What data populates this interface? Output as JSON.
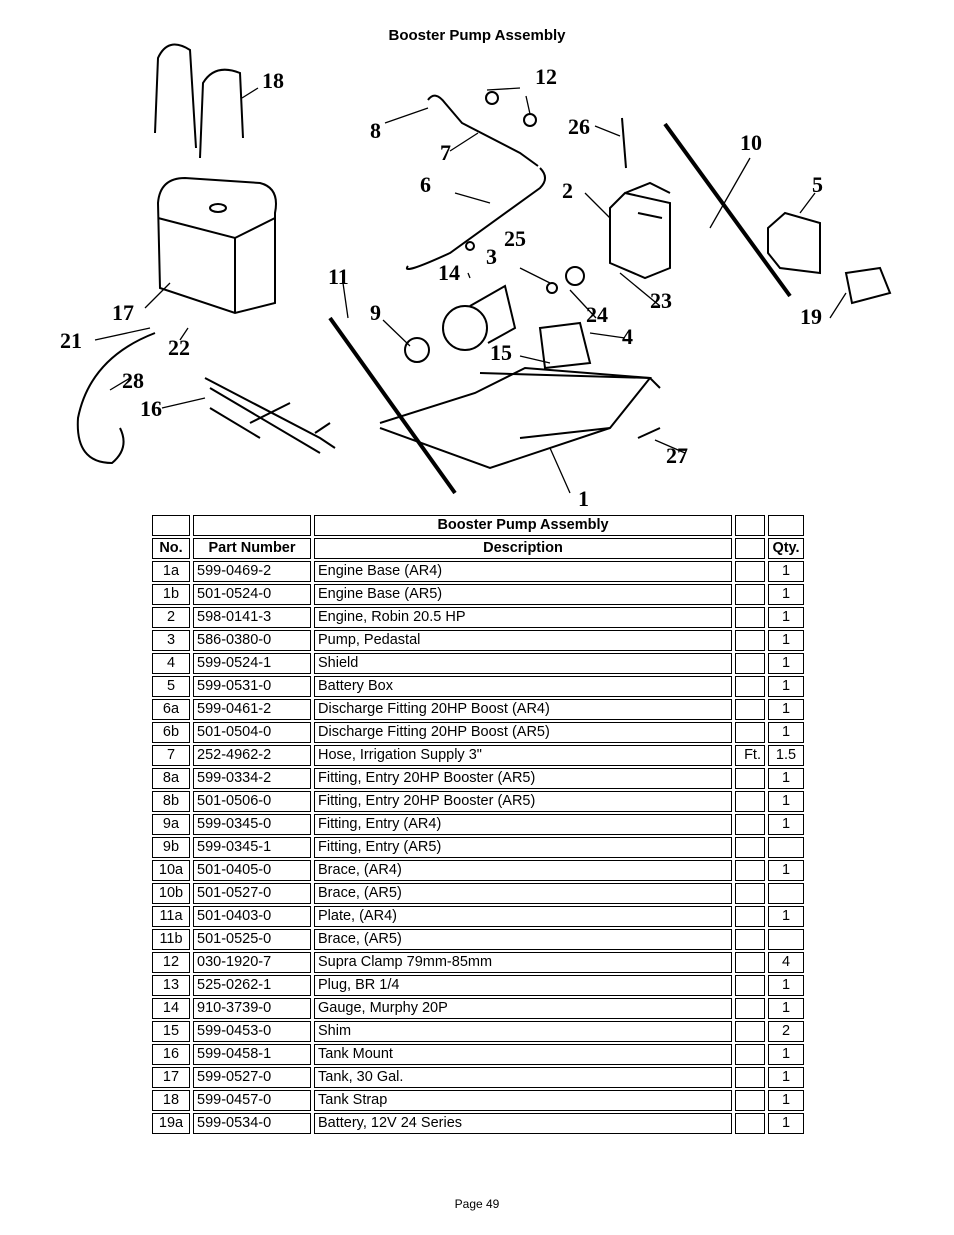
{
  "page": {
    "title": "Booster Pump Assembly",
    "footer": "Page 49"
  },
  "diagram": {
    "callouts": [
      "18",
      "12",
      "8",
      "7",
      "26",
      "10",
      "6",
      "2",
      "5",
      "25",
      "3",
      "14",
      "11",
      "17",
      "21",
      "22",
      "9",
      "24",
      "23",
      "4",
      "19",
      "15",
      "28",
      "16",
      "27",
      "1"
    ]
  },
  "table": {
    "caption": "Booster Pump Assembly",
    "headers": {
      "no": "No.",
      "part_number": "Part Number",
      "description": "Description",
      "unit": "",
      "qty": "Qty."
    },
    "rows": [
      {
        "no": "1a",
        "part_number": "599-0469-2",
        "description": "Engine Base (AR4)",
        "unit": "",
        "qty": "1"
      },
      {
        "no": "1b",
        "part_number": "501-0524-0",
        "description": "Engine Base (AR5)",
        "unit": "",
        "qty": "1"
      },
      {
        "no": "2",
        "part_number": "598-0141-3",
        "description": "Engine, Robin 20.5 HP",
        "unit": "",
        "qty": "1"
      },
      {
        "no": "3",
        "part_number": "586-0380-0",
        "description": "Pump, Pedastal",
        "unit": "",
        "qty": "1"
      },
      {
        "no": "4",
        "part_number": "599-0524-1",
        "description": "Shield",
        "unit": "",
        "qty": "1"
      },
      {
        "no": "5",
        "part_number": "599-0531-0",
        "description": "Battery Box",
        "unit": "",
        "qty": "1"
      },
      {
        "no": "6a",
        "part_number": "599-0461-2",
        "description": "Discharge Fitting 20HP Boost (AR4)",
        "unit": "",
        "qty": "1"
      },
      {
        "no": "6b",
        "part_number": "501-0504-0",
        "description": "Discharge Fitting 20HP Boost (AR5)",
        "unit": "",
        "qty": "1"
      },
      {
        "no": "7",
        "part_number": "252-4962-2",
        "description": "Hose, Irrigation Supply 3\"",
        "unit": "Ft.",
        "qty": "1.5"
      },
      {
        "no": "8a",
        "part_number": "599-0334-2",
        "description": "Fitting, Entry 20HP Booster (AR5)",
        "unit": "",
        "qty": "1"
      },
      {
        "no": "8b",
        "part_number": "501-0506-0",
        "description": "Fitting, Entry 20HP Booster (AR5)",
        "unit": "",
        "qty": "1"
      },
      {
        "no": "9a",
        "part_number": "599-0345-0",
        "description": "Fitting, Entry (AR4)",
        "unit": "",
        "qty": "1"
      },
      {
        "no": "9b",
        "part_number": "599-0345-1",
        "description": "Fitting, Entry (AR5)",
        "unit": "",
        "qty": ""
      },
      {
        "no": "10a",
        "part_number": "501-0405-0",
        "description": "Brace, (AR4)",
        "unit": "",
        "qty": "1"
      },
      {
        "no": "10b",
        "part_number": "501-0527-0",
        "description": "Brace, (AR5)",
        "unit": "",
        "qty": ""
      },
      {
        "no": "11a",
        "part_number": "501-0403-0",
        "description": "Plate, (AR4)",
        "unit": "",
        "qty": "1"
      },
      {
        "no": "11b",
        "part_number": "501-0525-0",
        "description": "Brace, (AR5)",
        "unit": "",
        "qty": ""
      },
      {
        "no": "12",
        "part_number": "030-1920-7",
        "description": "Supra Clamp 79mm-85mm",
        "unit": "",
        "qty": "4"
      },
      {
        "no": "13",
        "part_number": "525-0262-1",
        "description": "Plug, BR 1/4",
        "unit": "",
        "qty": "1"
      },
      {
        "no": "14",
        "part_number": "910-3739-0",
        "description": "Gauge, Murphy 20P",
        "unit": "",
        "qty": "1"
      },
      {
        "no": "15",
        "part_number": "599-0453-0",
        "description": "Shim",
        "unit": "",
        "qty": "2"
      },
      {
        "no": "16",
        "part_number": "599-0458-1",
        "description": "Tank Mount",
        "unit": "",
        "qty": "1"
      },
      {
        "no": "17",
        "part_number": "599-0527-0",
        "description": "Tank, 30 Gal.",
        "unit": "",
        "qty": "1"
      },
      {
        "no": "18",
        "part_number": "599-0457-0",
        "description": "Tank Strap",
        "unit": "",
        "qty": "1"
      },
      {
        "no": "19a",
        "part_number": "599-0534-0",
        "description": "Battery, 12V 24 Series",
        "unit": "",
        "qty": "1"
      }
    ]
  }
}
